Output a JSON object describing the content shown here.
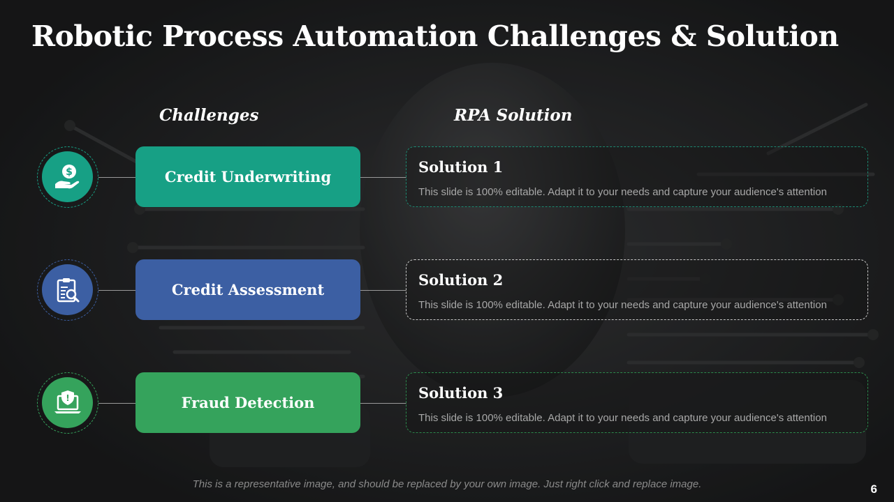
{
  "title": "Robotic Process Automation Challenges & Solution",
  "columns": {
    "challenges": "Challenges",
    "solutions": "RPA Solution"
  },
  "rows": [
    {
      "challenge": "Credit Underwriting",
      "solution_title": "Solution 1",
      "solution_text": "This slide is 100% editable. Adapt it to your needs and capture your audience's attention",
      "icon": "hand-dollar-icon",
      "color": "#17a085",
      "border_color": "#1d8a73"
    },
    {
      "challenge": "Credit Assessment",
      "solution_title": "Solution 2",
      "solution_text": "This slide is 100% editable. Adapt it to your needs and capture your audience's attention",
      "icon": "clipboard-search-icon",
      "color": "#3c5fa3",
      "border_color": "#c8c8c8"
    },
    {
      "challenge": "Fraud Detection",
      "solution_title": "Solution 3",
      "solution_text": "This slide is 100% editable. Adapt it to your needs and capture your audience's attention",
      "icon": "laptop-shield-icon",
      "color": "#35a35c",
      "border_color": "#2c8a4c"
    }
  ],
  "footer": "This is a representative image, and should be replaced by your own image. Just right click and replace image.",
  "page_number": "6"
}
